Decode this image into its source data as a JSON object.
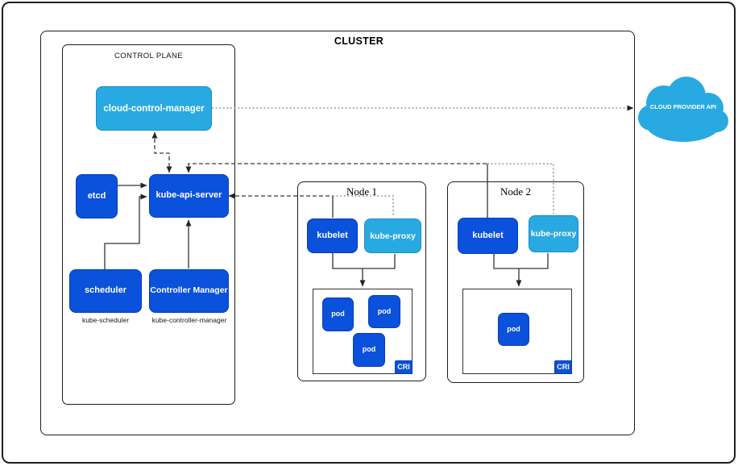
{
  "colors": {
    "primary_blue": "#0a51dc",
    "light_blue": "#29a9e1",
    "box_text": "#ffffff",
    "line_dark": "#333333",
    "line_light": "#9a9a9a"
  },
  "cluster": {
    "title": "CLUSTER"
  },
  "control_plane": {
    "title": "CONTROL PLANE",
    "components": {
      "cloud_control_manager": {
        "label": "cloud-control-manager"
      },
      "etcd": {
        "label": "etcd"
      },
      "kube_api_server": {
        "label": "kube-api-server"
      },
      "scheduler": {
        "label": "scheduler",
        "sublabel": "kube-scheduler"
      },
      "controller_manager": {
        "label": "Controller Manager",
        "sublabel": "kube-controller-manager"
      }
    }
  },
  "nodes": [
    {
      "title": "Node 1",
      "kubelet": "kubelet",
      "kube_proxy": "kube-proxy",
      "cri_label": "CRI",
      "pods": [
        "pod",
        "pod",
        "pod"
      ]
    },
    {
      "title": "Node 2",
      "kubelet": "kubelet",
      "kube_proxy": "kube-proxy",
      "cri_label": "CRI",
      "pods": [
        "pod"
      ]
    }
  ],
  "cloud_provider": {
    "label": "CLOUD PROVIDER API"
  }
}
